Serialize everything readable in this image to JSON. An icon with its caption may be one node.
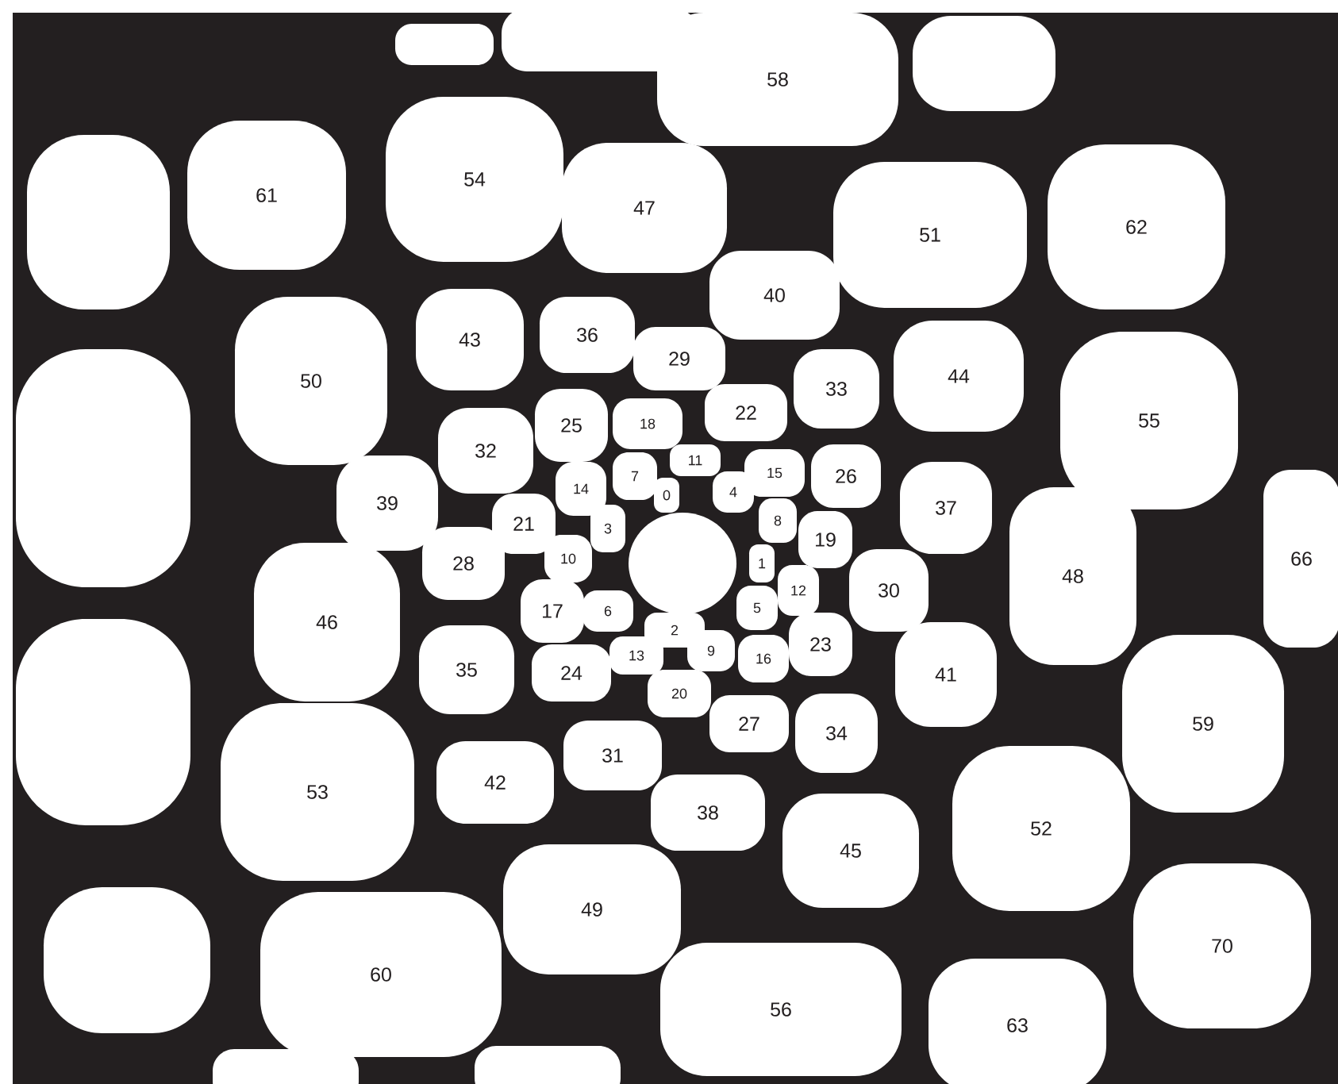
{
  "diagram": {
    "nodes": [
      {
        "text": [
          "0"
        ]
      },
      {
        "text": [
          "1"
        ]
      },
      {
        "text": [
          "2"
        ]
      },
      {
        "text": [
          "3"
        ]
      },
      {
        "text": [
          "4"
        ]
      },
      {
        "text": [
          "5"
        ]
      },
      {
        "text": [
          "6"
        ]
      },
      {
        "text": [
          "7"
        ]
      },
      {
        "text": [
          "8"
        ]
      },
      {
        "text": [
          "9"
        ]
      },
      {
        "text": [
          "10"
        ]
      },
      {
        "text": [
          "11"
        ]
      },
      {
        "text": [
          "12"
        ]
      },
      {
        "text": [
          "13"
        ]
      },
      {
        "text": [
          "14"
        ]
      },
      {
        "text": [
          "15"
        ]
      },
      {
        "text": [
          "16"
        ]
      },
      {
        "text": [
          "17"
        ]
      },
      {
        "text": [
          "18"
        ]
      },
      {
        "text": [
          "19"
        ]
      },
      {
        "text": [
          "20"
        ]
      },
      {
        "text": [
          "21"
        ]
      },
      {
        "text": [
          "22"
        ]
      },
      {
        "text": [
          "23"
        ]
      },
      {
        "text": [
          "24"
        ]
      },
      {
        "text": [
          "25"
        ]
      },
      {
        "text": [
          "26"
        ]
      },
      {
        "text": [
          "27"
        ]
      },
      {
        "text": [
          "28"
        ]
      },
      {
        "text": [
          "29"
        ]
      },
      {
        "text": [
          "30"
        ]
      },
      {
        "text": [
          "31"
        ]
      },
      {
        "text": [
          "32"
        ]
      },
      {
        "text": [
          "33"
        ]
      },
      {
        "text": [
          "34"
        ]
      },
      {
        "text": [
          "35"
        ]
      },
      {
        "text": [
          "36"
        ]
      },
      {
        "text": [
          "37"
        ]
      },
      {
        "text": [
          "38"
        ]
      },
      {
        "text": [
          "39"
        ]
      },
      {
        "text": [
          "40"
        ]
      },
      {
        "text": [
          "41"
        ]
      },
      {
        "text": [
          "42"
        ]
      },
      {
        "text": [
          "43"
        ]
      },
      {
        "text": [
          "44"
        ]
      },
      {
        "text": [
          "45"
        ]
      },
      {
        "text": [
          "46"
        ]
      },
      {
        "text": [
          "47"
        ]
      },
      {
        "text": [
          "48"
        ]
      },
      {
        "text": [
          "49"
        ]
      },
      {
        "text": [
          "50"
        ]
      },
      {
        "text": [
          "51"
        ]
      },
      {
        "text": [
          "52"
        ]
      },
      {
        "text": [
          "53"
        ]
      },
      {
        "text": [
          "54"
        ]
      },
      {
        "text": [
          "55"
        ]
      },
      {
        "text": [
          "56"
        ]
      },
      {
        "text": [
          "58"
        ]
      },
      {
        "text": [
          "59"
        ]
      },
      {
        "text": [
          "60"
        ]
      },
      {
        "text": [
          "61"
        ]
      },
      {
        "text": [
          "62"
        ]
      },
      {
        "text": [
          "63"
        ]
      },
      {
        "text": [
          "66"
        ]
      },
      {
        "text": [
          "70"
        ]
      },
      {
        "text": [],
        "shape": "blob"
      },
      {
        "text": [],
        "shape": "blob"
      },
      {
        "text": [],
        "shape": "blob"
      },
      {
        "text": [],
        "shape": "blob"
      },
      {
        "text": [],
        "shape": "blob"
      },
      {
        "text": [],
        "shape": "blob"
      },
      {
        "text": [],
        "shape": "blob"
      },
      {
        "text": [],
        "shape": "blob"
      },
      {
        "text": [],
        "shape": "blob"
      }
    ]
  }
}
